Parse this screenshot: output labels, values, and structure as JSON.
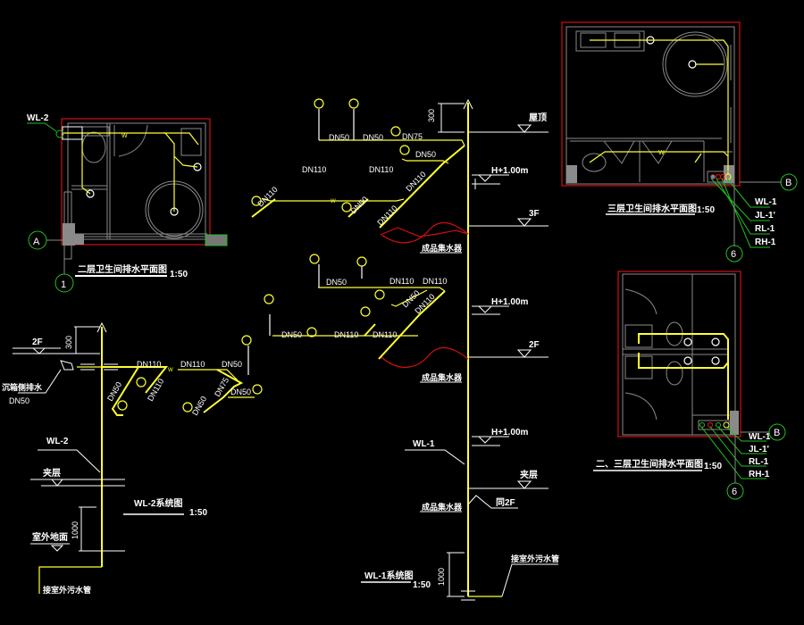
{
  "colors": {
    "background": "#000000",
    "pipe": "#ffff33",
    "wall": "#8a8a8a",
    "boundary": "#d01010",
    "leader": "#22c022",
    "text": "#ffffff"
  },
  "plan_2f": {
    "title": "二层卫生间排水平面图",
    "scale": "1:50",
    "riser_label": "WL-2",
    "axis_row": "A",
    "axis_col": "1",
    "pipe_mark": "W"
  },
  "plan_3f": {
    "title": "三层卫生间排水平面图",
    "scale": "1:50",
    "axis_row": "B",
    "axis_col": "6",
    "pipe_mark": "W",
    "risers": [
      "WL-1",
      "JL-1'",
      "RL-1",
      "RH-1"
    ]
  },
  "plan_23f": {
    "title": "二、三层卫生间排水平面图",
    "scale": "1:50",
    "axis_row": "B",
    "axis_col": "6",
    "risers": [
      "WL-1",
      "JL-1'",
      "RL-1",
      "RH-1"
    ]
  },
  "system_wl1": {
    "title": "WL-1系统图",
    "scale": "1:50",
    "riser_label": "WL-1",
    "dim_top": "300",
    "dim_bottom": "1000",
    "levels": {
      "roof": "屋顶",
      "h1": "H+1.00m",
      "f3": "3F",
      "h2": "H+1.00m",
      "f2": "2F",
      "h3": "H+1.00m",
      "mezz": "夹层"
    },
    "collector_label": "成品集水器",
    "to_2f": "同2F",
    "outfall": "接室外污水管",
    "pipes_3f": [
      "DN50",
      "DN50",
      "DN75",
      "DN50",
      "DN110",
      "DN110",
      "DN110",
      "DN110",
      "DN50",
      "DN110"
    ],
    "pipes_2f": [
      "DN50",
      "DN110",
      "DN110",
      "DN50",
      "DN110",
      "DN50",
      "DN110",
      "DN110"
    ],
    "pipe_mark": "W"
  },
  "system_wl2": {
    "title": "WL-2系统图",
    "scale": "1:50",
    "riser_label": "WL-2",
    "dim_top": "300",
    "dim_bottom": "1000",
    "level_2f": "2F",
    "level_mezz": "夹层",
    "level_ground": "室外地面",
    "side_drain": "沉箱侧排水",
    "side_drain_size": "DN50",
    "pipes": [
      "DN110",
      "DN110",
      "DN50",
      "DN50",
      "DN110",
      "DN50",
      "DN75",
      "DN50"
    ],
    "outfall": "接室外污水管",
    "pipe_mark": "W"
  }
}
